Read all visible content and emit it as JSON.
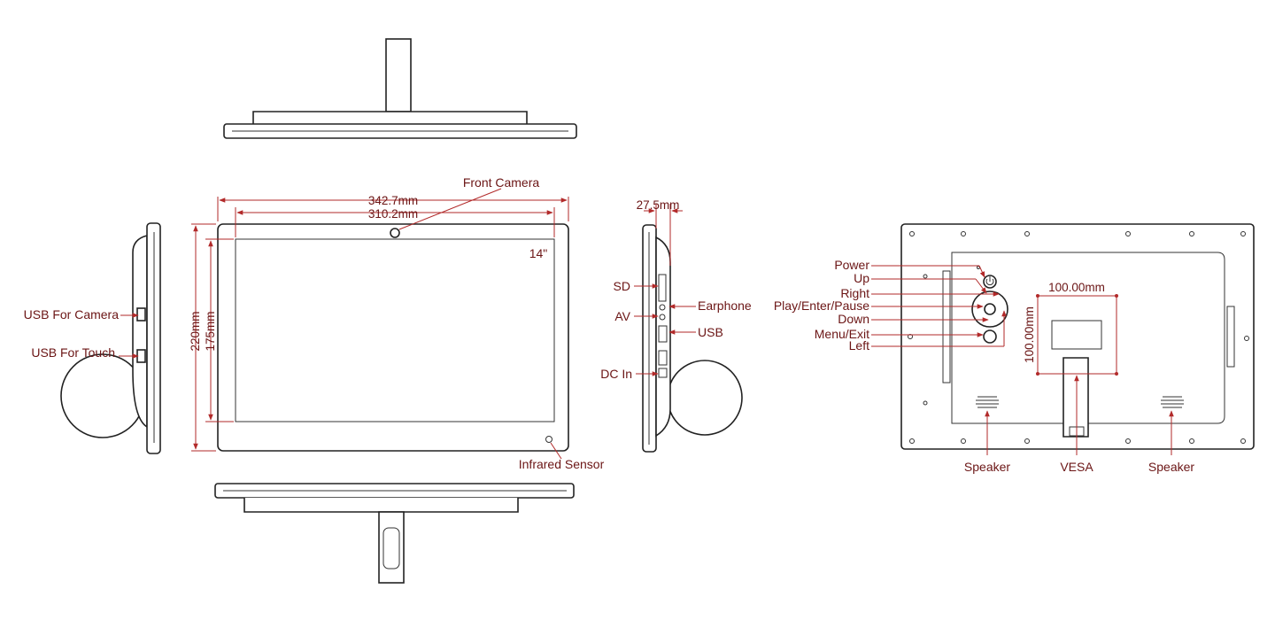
{
  "dimensions": {
    "overall_width": "342.7mm",
    "screen_width": "310.2mm",
    "overall_height": "220mm",
    "screen_height": "175mm",
    "depth": "27.5mm",
    "vesa_horizontal": "100.00mm",
    "vesa_vertical": "100.00mm"
  },
  "front": {
    "front_camera": "Front Camera",
    "size": "14\"",
    "infrared_sensor": "Infrared Sensor"
  },
  "left_side": {
    "usb_camera": "USB For Camera",
    "usb_touch": "USB For Touch"
  },
  "right_side": {
    "sd": "SD",
    "av": "AV",
    "dc_in": "DC In",
    "earphone": "Earphone",
    "usb": "USB"
  },
  "back": {
    "buttons": {
      "power": "Power",
      "up": "Up",
      "right": "Right",
      "play": "Play/Enter/Pause",
      "down": "Down",
      "menu": "Menu/Exit",
      "left": "Left"
    },
    "speaker_left": "Speaker",
    "vesa": "VESA",
    "speaker_right": "Speaker"
  },
  "colors": {
    "annotation": "#b22a2a",
    "label_text": "#6b1515",
    "device_outline": "#222222"
  }
}
